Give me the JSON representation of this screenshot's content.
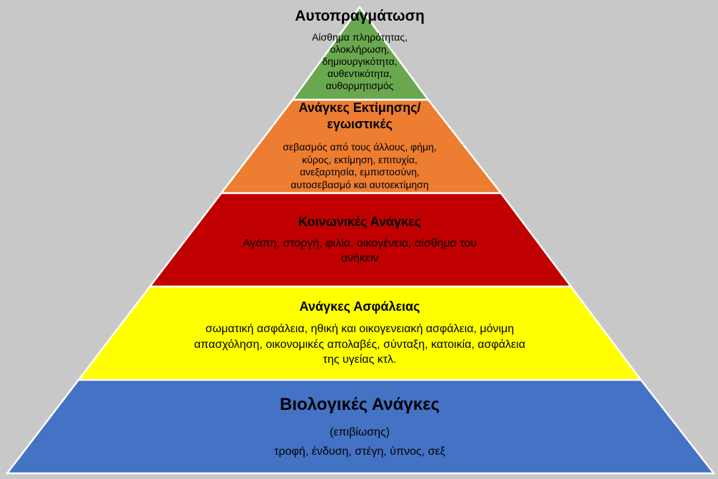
{
  "colors": {
    "background": "#c8c8c8",
    "tier_1": "#6aa84f",
    "tier_2": "#ed7d31",
    "tier_3": "#c00000",
    "tier_4": "#ffff00",
    "tier_5": "#4472c4",
    "outline": "#ffffff"
  },
  "tiers": [
    {
      "title": "Αυτοπραγμάτωση",
      "lines": [
        "Αίσθημα πληρότητας,",
        "ολοκλήρωση,",
        "δημιουργικότητα,",
        "αυθεντικότητα,",
        "αυθορμητισμός"
      ]
    },
    {
      "title_lines": [
        "Ανάγκες Εκτίμησης/",
        "εγωιστικές"
      ],
      "lines": [
        "σεβασμός από τους άλλους, φήμη,",
        "κύρος, εκτίμηση, επιτυχία,",
        "ανεξαρτησία, εμπιστοσύνη,",
        "αυτοσεβασμό και αυτοεκτίμηση"
      ]
    },
    {
      "title": "Κοινωνικές Ανάγκες",
      "lines": [
        "Αγάπη, στοργή, φιλία, οικογένεια, αίσθημα του",
        "ανήκειν"
      ]
    },
    {
      "title": "Ανάγκες Ασφάλειας",
      "lines": [
        "σωματική ασφάλεια, ηθική και οικογενειακή ασφάλεια, μόνιμη",
        "απασχόληση, οικονομικές απολαβές,  σύνταξη, κατοικία, ασφάλεια",
        "της υγείας κτλ."
      ]
    },
    {
      "title": "Βιολογικές Ανάγκες",
      "lines": [
        "(επιβίωσης)",
        "τροφή, ένδυση, στέγη, ύπνος, σεξ"
      ]
    }
  ]
}
